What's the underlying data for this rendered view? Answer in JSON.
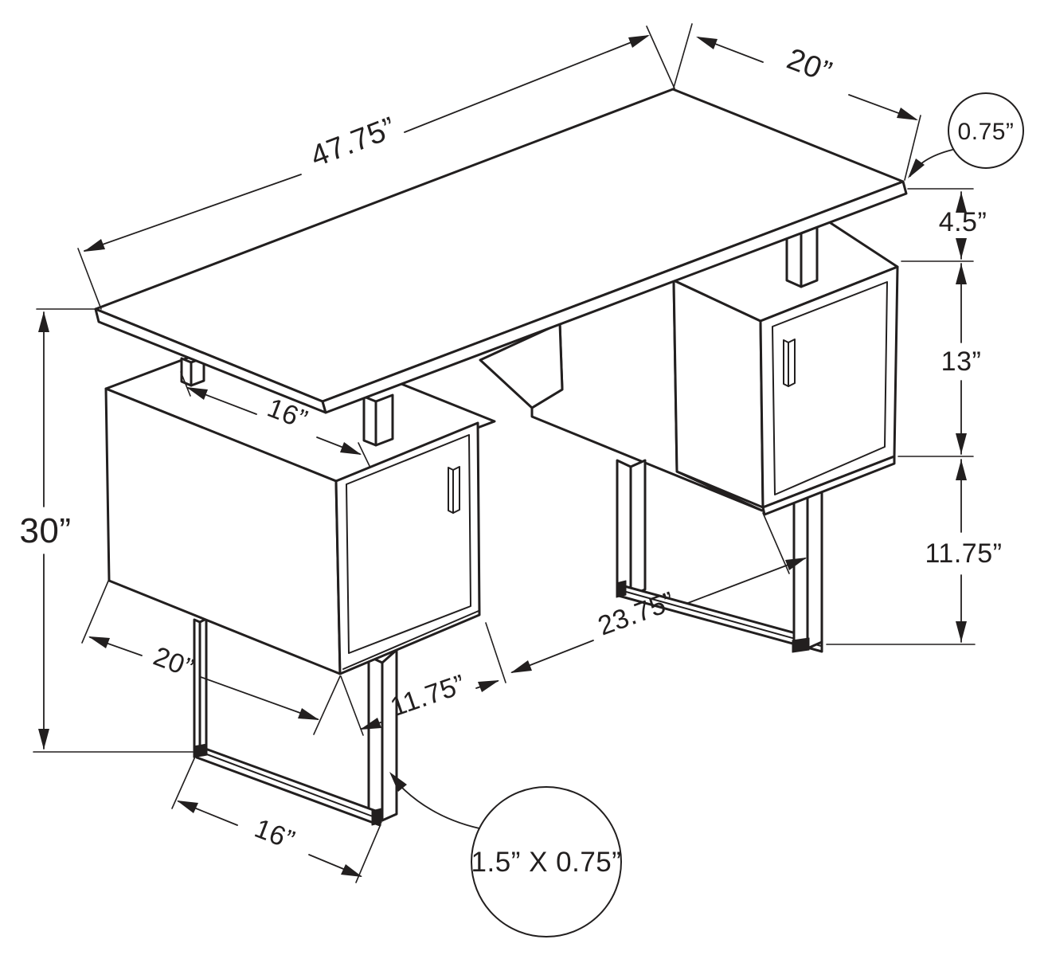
{
  "canvas": {
    "background": "#ffffff",
    "line_color": "#221f1f",
    "description_visible_text_only": true
  },
  "labels": {
    "desk_length": "47.75”",
    "desk_depth": "20”",
    "top_thickness": "0.75”",
    "top_to_pedestal_gap": "4.5”",
    "pedestal_height": "13”",
    "pedestal_to_floor": "11.75”",
    "overall_height": "30”",
    "post_spacing": "16”",
    "pedestal_depth": "20”",
    "leg_offset": "11.75”",
    "kneehole_width": "23.75”",
    "leg_rail_length": "16”",
    "leg_tube_size": "1.5” X 0.75”"
  }
}
